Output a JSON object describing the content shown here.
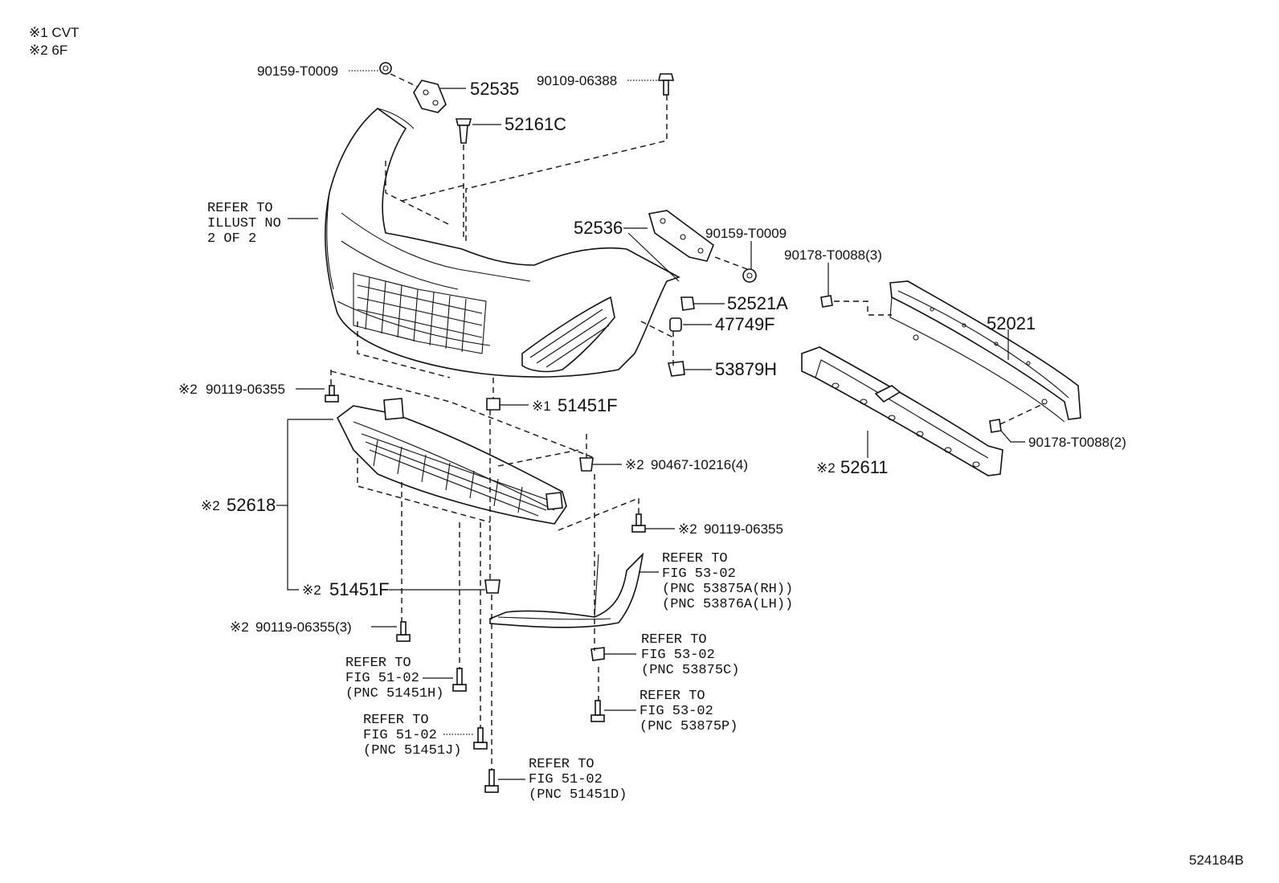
{
  "legend": [
    "※1 CVT",
    "※2 6F"
  ],
  "drawing_code": "524184B",
  "labels": {
    "p90159_top": "90159-T0009",
    "p52535": "52535",
    "p90109": "90109-06388",
    "p52161C": "52161C",
    "refer_illust": "REFER TO\nILLUST NO\n2 OF 2",
    "p52536": "52536",
    "p90159_right": "90159-T0009",
    "p52521A": "52521A",
    "p47749F": "47749F",
    "p53879H": "53879H",
    "p90178_3": "90178-T0088(3)",
    "p52021": "52021",
    "p90178_2": "90178-T0088(2)",
    "p52611_mark": "※2",
    "p52611": "52611",
    "p90119_a_mark": "※2",
    "p90119_a": "90119-06355",
    "p51451F_top_mark": "※1",
    "p51451F_top": "51451F",
    "p90467_mark": "※2",
    "p90467": "90467-10216(4)",
    "p52618_mark": "※2",
    "p52618": "52618",
    "p90119_b_mark": "※2",
    "p90119_b": "90119-06355",
    "refer_53875A": "REFER TO\nFIG 53-02\n(PNC 53875A(RH))\n(PNC 53876A(LH))",
    "p51451F_bot_mark": "※2",
    "p51451F_bot": "51451F",
    "p90119_c_mark": "※2",
    "p90119_c": "90119-06355(3)",
    "refer_53875C": "REFER TO\nFIG 53-02\n(PNC 53875C)",
    "refer_51451H": "REFER TO\nFIG 51-02\n(PNC 51451H)",
    "refer_53875P": "REFER TO\nFIG 53-02\n(PNC 53875P)",
    "refer_51451J": "REFER TO\nFIG 51-02\n(PNC 51451J)",
    "refer_51451D": "REFER TO\nFIG 51-02\n(PNC 51451D)"
  }
}
